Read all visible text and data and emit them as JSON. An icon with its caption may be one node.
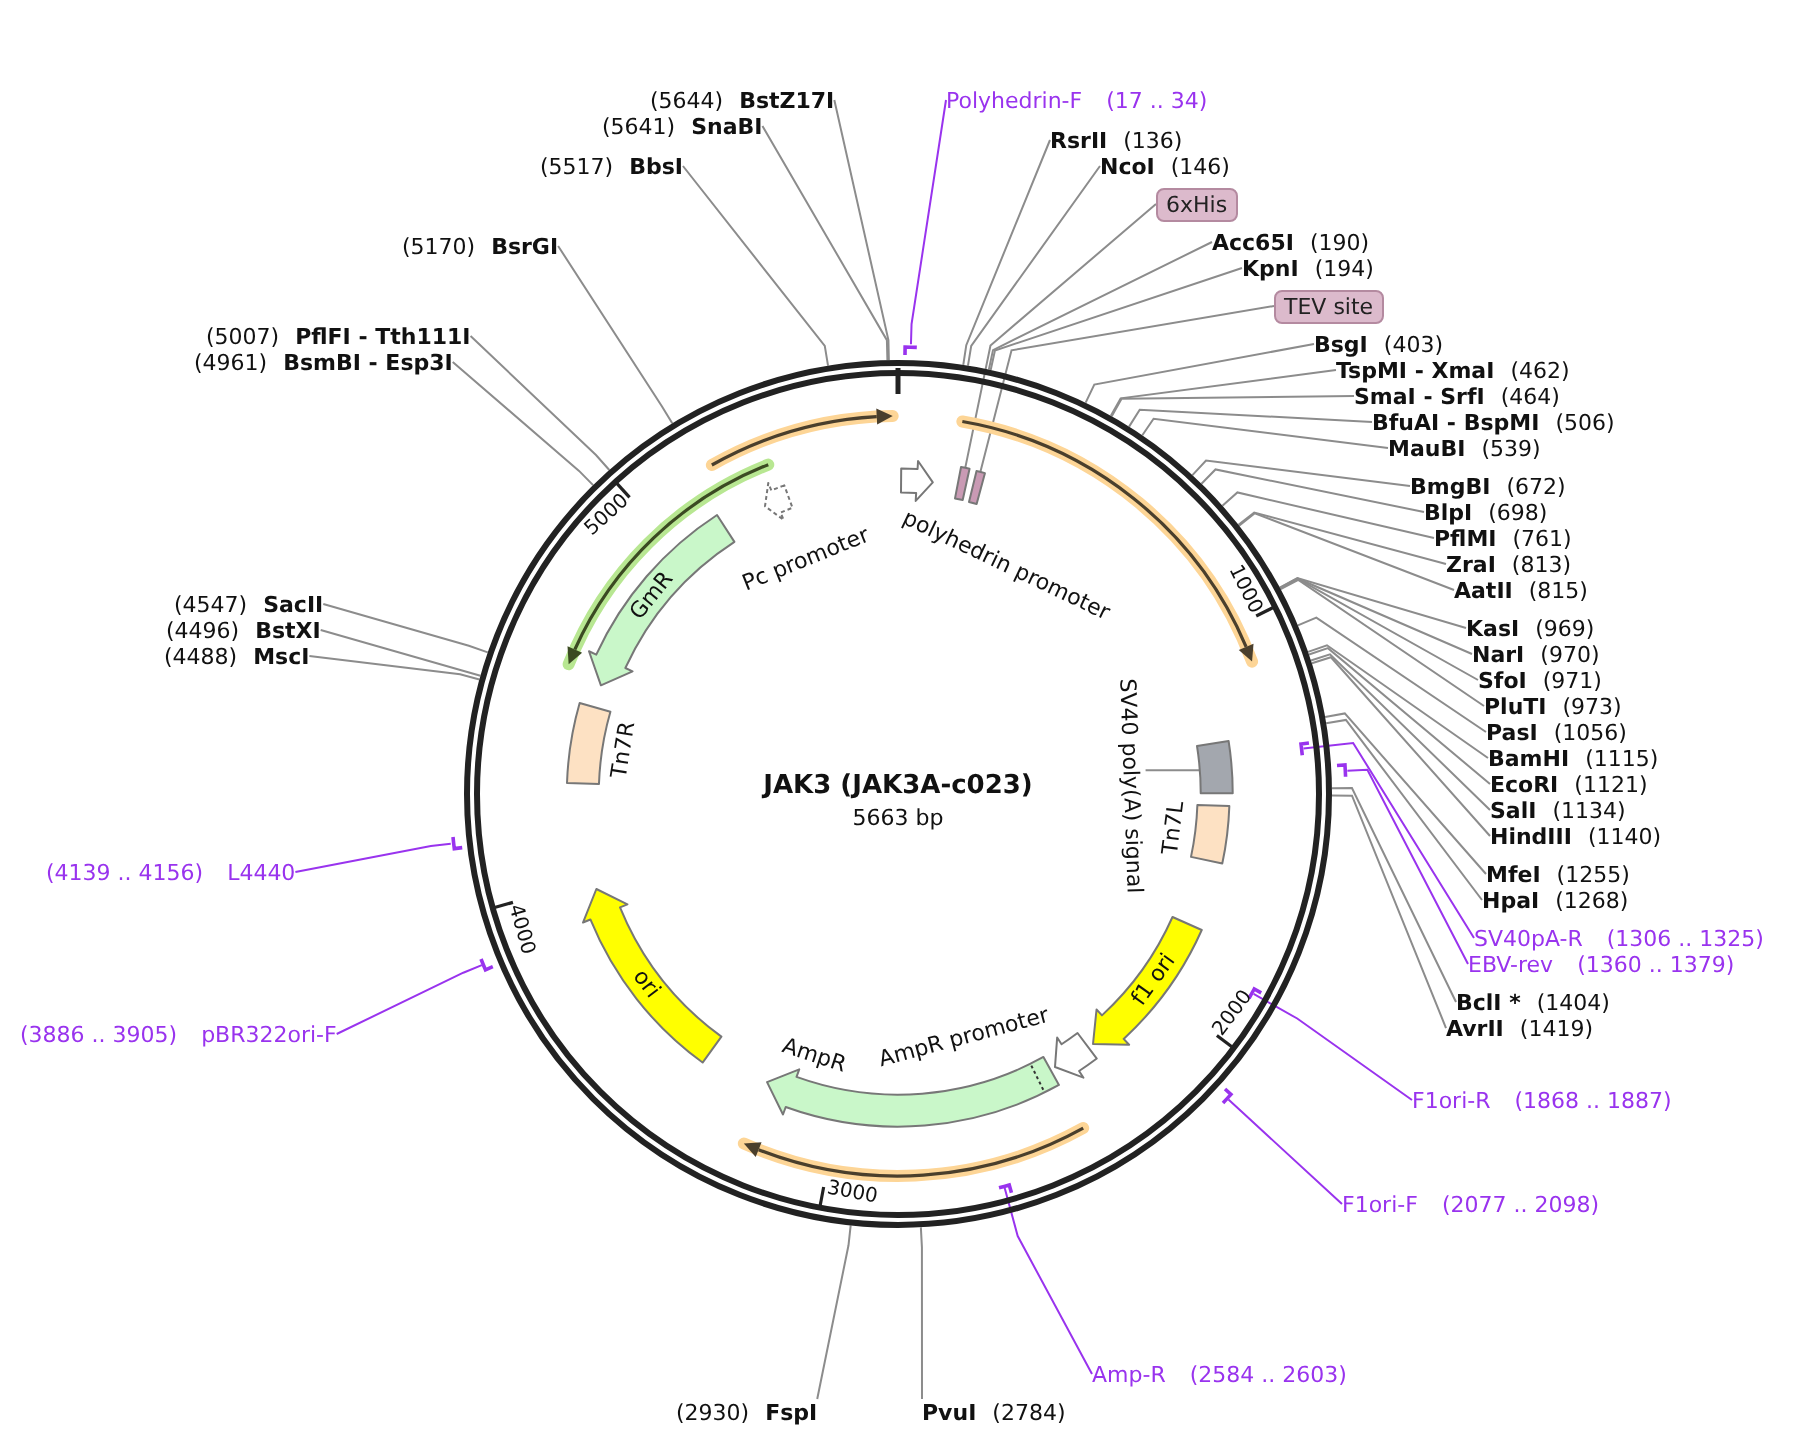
{
  "diagram": {
    "nodes": [
      {
        "text": [
          "JAK3 (JAK3A-c023)",
          "5663 bp"
        ]
      },
      {
        "text": [
          "GmR"
        ],
        "in": 0
      },
      {
        "text": [
          "Pc promoter"
        ],
        "in": 0
      },
      {
        "text": [
          "polyhedrin promoter"
        ],
        "in": 0
      },
      {
        "text": [],
        "shape": "box",
        "in": 0
      },
      {
        "text": [],
        "shape": "box",
        "in": 0
      },
      {
        "text": [
          "SV40 poly(A) signal"
        ],
        "in": 0
      },
      {
        "text": [],
        "shape": "box",
        "in": 0
      },
      {
        "text": [
          "Tn7R"
        ],
        "in": 0
      },
      {
        "text": [
          "Tn7L"
        ],
        "in": 0
      },
      {
        "text": [
          "f1 ori"
        ],
        "in": 0
      },
      {
        "text": [
          "AmpR promoter"
        ],
        "in": 0
      },
      {
        "text": [
          "ori"
        ],
        "in": 0
      },
      {
        "text": [
          "AmpR"
        ],
        "in": 0
      },
      {
        "text": [],
        "shape": "bar"
      },
      {
        "text": [],
        "shape": "bar",
        "in": 0
      },
      {
        "text": [],
        "shape": "bar"
      },
      {
        "text": [],
        "shape": "bar",
        "in": 0
      },
      {
        "text": [],
        "shape": "bar"
      },
      {
        "text": [],
        "shape": "bar",
        "in": 0
      },
      {
        "text": [],
        "shape": "bar"
      },
      {
        "text": [],
        "shape": "bar"
      },
      {
        "text": [
          "(5644)",
          "BstZ17I"
        ]
      },
      {
        "text": [
          "Polyhedrin-F",
          "(17 .. 34)"
        ]
      },
      {
        "text": [
          "(5641)",
          "SnaBI"
        ]
      },
      {
        "text": [
          "RsrII",
          "(136)"
        ]
      },
      {
        "text": [
          "(5517)",
          "BbsI"
        ]
      },
      {
        "text": [
          "NcoI",
          "(146)"
        ]
      },
      {
        "text": [
          "6xHis"
        ]
      },
      {
        "text": [
          "Acc65I",
          "(190)"
        ]
      },
      {
        "text": [
          "(5170)",
          "BsrGI"
        ]
      },
      {
        "text": [
          "KpnI",
          "(194)"
        ]
      },
      {
        "text": [
          "TEV site"
        ]
      },
      {
        "text": [
          "(5007)",
          "PflFI - Tth111I"
        ]
      },
      {
        "text": [
          "BsgI",
          "(403)"
        ]
      },
      {
        "text": [
          "(4961)",
          "BsmBI - Esp3I"
        ]
      },
      {
        "text": [
          "TspMI - XmaI",
          "(462)"
        ]
      },
      {
        "text": [
          "SmaI - SrfI",
          "(464)"
        ]
      },
      {
        "text": [
          "BfuAI - BspMI",
          "(506)"
        ]
      },
      {
        "text": [
          "MauBI",
          "(539)"
        ]
      },
      {
        "text": [
          "BmgBI",
          "(672)"
        ]
      },
      {
        "text": [
          "BlpI",
          "(698)"
        ]
      },
      {
        "text": [
          "PflMI",
          "(761)"
        ]
      },
      {
        "text": [
          "ZraI",
          "(813)"
        ]
      },
      {
        "text": [
          "AatII",
          "(815)"
        ]
      },
      {
        "text": [
          "(4547)",
          "SacII"
        ]
      },
      {
        "text": [
          "KasI",
          "(969)"
        ]
      },
      {
        "text": [
          "(4496)",
          "BstXI"
        ]
      },
      {
        "text": [
          "NarI",
          "(970)"
        ]
      },
      {
        "text": [
          "(4488)",
          "MscI"
        ]
      },
      {
        "text": [
          "SfoI",
          "(971)"
        ]
      },
      {
        "text": [
          "PluTI",
          "(973)"
        ]
      },
      {
        "text": [
          "PasI",
          "(1056)"
        ]
      },
      {
        "text": [
          "BamHI",
          "(1115)"
        ]
      },
      {
        "text": [
          "EcoRI",
          "(1121)"
        ]
      },
      {
        "text": [
          "SalI",
          "(1134)"
        ]
      },
      {
        "text": [
          "HindIII",
          "(1140)"
        ]
      },
      {
        "text": [
          "(4139 .. 4156)",
          "L4440"
        ]
      },
      {
        "text": [
          "MfeI",
          "(1255)"
        ]
      },
      {
        "text": [
          "HpaI",
          "(1268)"
        ]
      },
      {
        "text": [
          "SV40pA-R",
          "(1306 .. 1325)"
        ]
      },
      {
        "text": [
          "EBV-rev",
          "(1360 .. 1379)"
        ]
      },
      {
        "text": [
          "BclI *",
          "(1404)"
        ]
      },
      {
        "text": [
          "AvrII",
          "(1419)"
        ]
      },
      {
        "text": [
          "(3886 .. 3905)",
          "pBR322ori-F"
        ]
      },
      {
        "text": [
          "F1ori-R",
          "(1868 .. 1887)"
        ]
      },
      {
        "text": [
          "F1ori-F",
          "(2077 .. 2098)"
        ]
      },
      {
        "text": [
          "Amp-R",
          "(2584 .. 2603)"
        ]
      },
      {
        "text": [
          "(2930)",
          "FspI"
        ]
      },
      {
        "text": [
          "PvuI",
          "(2784)"
        ]
      }
    ],
    "edges": [
      {
        "from": 6,
        "to": 7,
        "arrow": "none"
      },
      {
        "from": 22,
        "to": 0,
        "arrow": "none"
      },
      {
        "from": 23,
        "to": 14,
        "arrow": "none",
        "color": "#9933ee"
      },
      {
        "from": 24,
        "to": 0,
        "arrow": "none"
      },
      {
        "from": 25,
        "to": 0,
        "arrow": "none"
      },
      {
        "from": 26,
        "to": 0,
        "arrow": "none"
      },
      {
        "from": 27,
        "to": 0,
        "arrow": "none"
      },
      {
        "from": 28,
        "to": 4,
        "arrow": "none"
      },
      {
        "from": 29,
        "to": 0,
        "arrow": "none"
      },
      {
        "from": 30,
        "to": 0,
        "arrow": "none"
      },
      {
        "from": 31,
        "to": 0,
        "arrow": "none"
      },
      {
        "from": 32,
        "to": 5,
        "arrow": "none"
      },
      {
        "from": 33,
        "to": 0,
        "arrow": "none"
      },
      {
        "from": 34,
        "to": 0,
        "arrow": "none"
      },
      {
        "from": 35,
        "to": 0,
        "arrow": "none"
      },
      {
        "from": 36,
        "to": 0,
        "arrow": "none"
      },
      {
        "from": 37,
        "to": 0,
        "arrow": "none"
      },
      {
        "from": 38,
        "to": 0,
        "arrow": "none"
      },
      {
        "from": 39,
        "to": 0,
        "arrow": "none"
      },
      {
        "from": 40,
        "to": 0,
        "arrow": "none"
      },
      {
        "from": 41,
        "to": 0,
        "arrow": "none"
      },
      {
        "from": 42,
        "to": 0,
        "arrow": "none"
      },
      {
        "from": 43,
        "to": 0,
        "arrow": "none"
      },
      {
        "from": 44,
        "to": 0,
        "arrow": "none"
      },
      {
        "from": 45,
        "to": 0,
        "arrow": "none"
      },
      {
        "from": 46,
        "to": 0,
        "arrow": "none"
      },
      {
        "from": 47,
        "to": 0,
        "arrow": "none"
      },
      {
        "from": 48,
        "to": 0,
        "arrow": "none"
      },
      {
        "from": 49,
        "to": 0,
        "arrow": "none"
      },
      {
        "from": 50,
        "to": 0,
        "arrow": "none"
      },
      {
        "from": 51,
        "to": 0,
        "arrow": "none"
      },
      {
        "from": 52,
        "to": 0,
        "arrow": "none"
      },
      {
        "from": 53,
        "to": 0,
        "arrow": "none"
      },
      {
        "from": 54,
        "to": 0,
        "arrow": "none"
      },
      {
        "from": 55,
        "to": 0,
        "arrow": "none"
      },
      {
        "from": 56,
        "to": 0,
        "arrow": "none"
      },
      {
        "from": 57,
        "to": 21,
        "arrow": "none",
        "color": "#9933ee"
      },
      {
        "from": 58,
        "to": 0,
        "arrow": "none"
      },
      {
        "from": 59,
        "to": 0,
        "arrow": "none"
      },
      {
        "from": 60,
        "to": 15,
        "arrow": "none",
        "color": "#9933ee"
      },
      {
        "from": 61,
        "to": 16,
        "arrow": "none",
        "color": "#9933ee"
      },
      {
        "from": 62,
        "to": 0,
        "arrow": "none"
      },
      {
        "from": 63,
        "to": 0,
        "arrow": "none"
      },
      {
        "from": 64,
        "to": 20,
        "arrow": "none",
        "color": "#9933ee"
      },
      {
        "from": 65,
        "to": 17,
        "arrow": "none",
        "color": "#9933ee"
      },
      {
        "from": 66,
        "to": 18,
        "arrow": "none",
        "color": "#9933ee"
      },
      {
        "from": 67,
        "to": 19,
        "arrow": "none",
        "color": "#9933ee"
      },
      {
        "from": 68,
        "to": 0,
        "arrow": "none"
      },
      {
        "from": 69,
        "to": 0,
        "arrow": "none"
      }
    ],
    "labels": [
      "5000",
      "1000",
      "4000",
      "2000",
      "3000"
    ]
  }
}
